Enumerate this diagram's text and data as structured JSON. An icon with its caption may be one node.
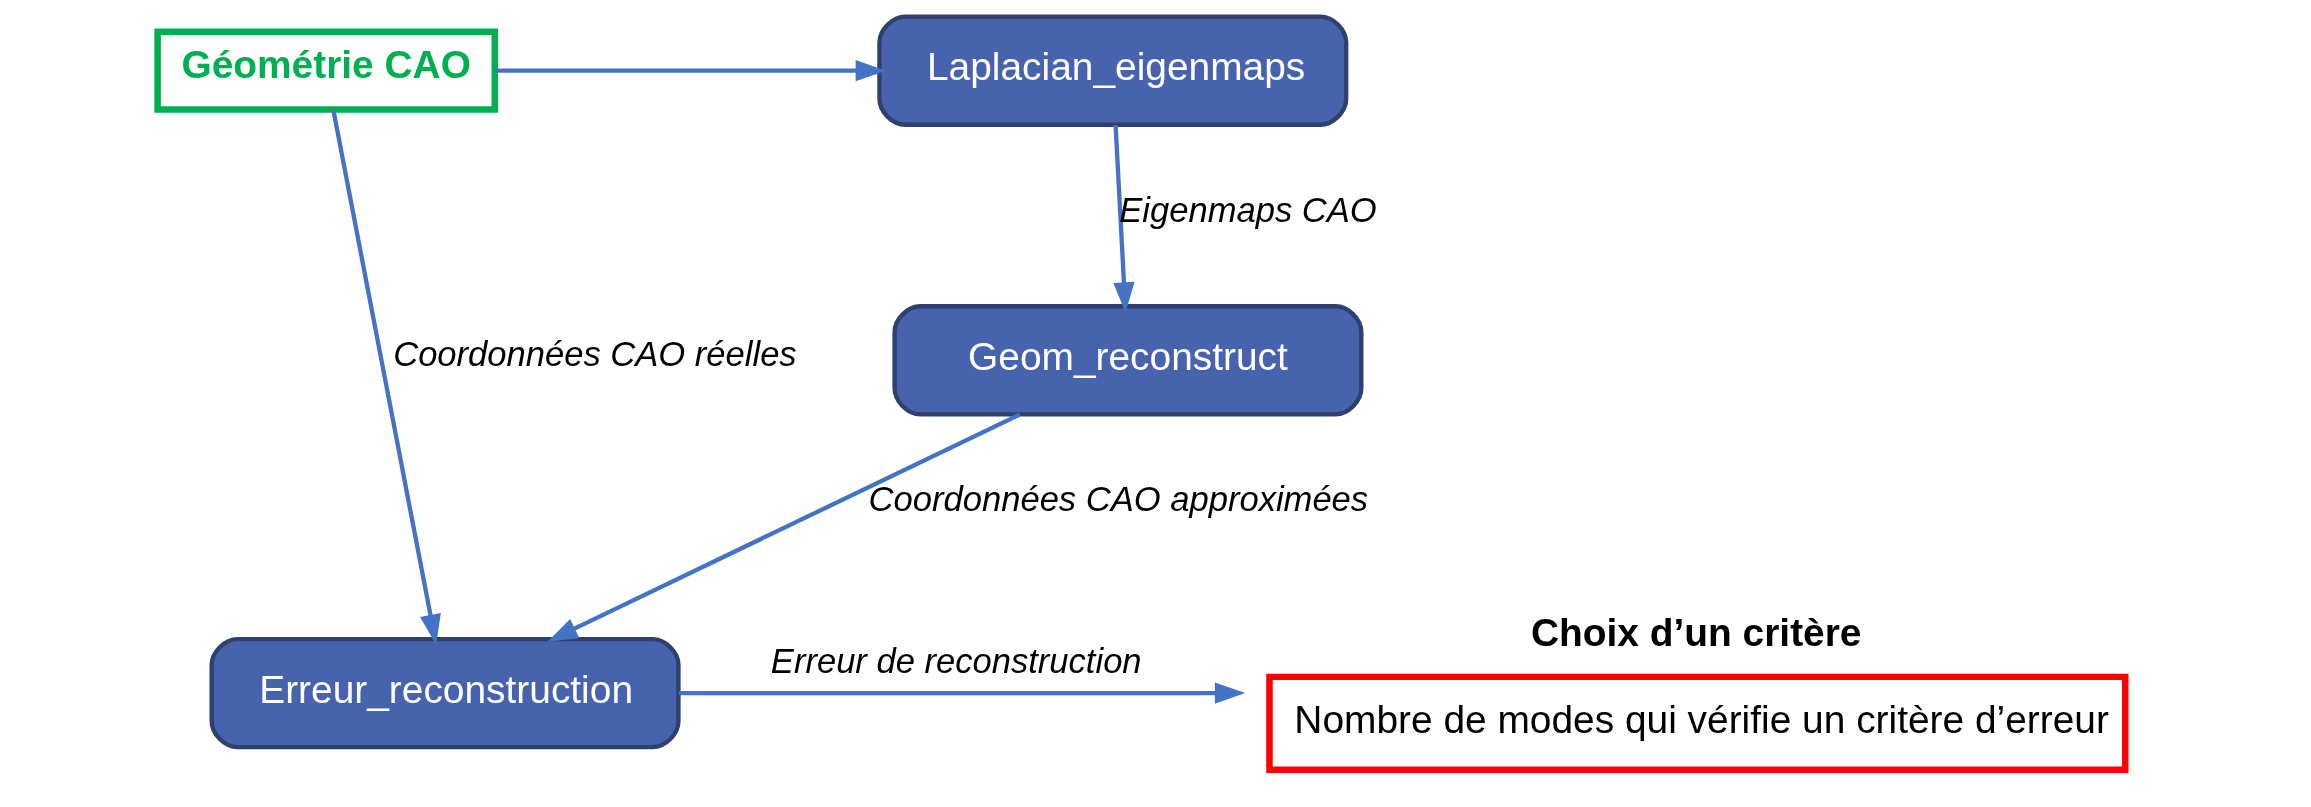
{
  "diagram": {
    "nodes": [
      {
        "text": [
          "Géométrie CAO"
        ]
      },
      {
        "text": [
          "Laplacian_eigenmaps"
        ]
      },
      {
        "text": [
          "Geom_reconstruct"
        ]
      },
      {
        "text": [
          "Erreur_reconstruction"
        ]
      },
      {
        "text": [
          "Choix d’un critère",
          "Nombre de modes qui vérifie un critère d’erreur"
        ]
      }
    ],
    "edges": [
      {
        "from": 0,
        "to": 1,
        "arrow": "to"
      },
      {
        "from": 1,
        "to": 2,
        "arrow": "to",
        "label": "Eigenmaps CAO"
      },
      {
        "from": 2,
        "to": 3,
        "arrow": "to",
        "label": "Coordonnées CAO approximées"
      },
      {
        "from": 0,
        "to": 3,
        "arrow": "to",
        "label": "Coordonnées CAO réelles"
      },
      {
        "from": 3,
        "to": 4,
        "arrow": "to",
        "label": "Erreur de reconstruction"
      }
    ]
  }
}
